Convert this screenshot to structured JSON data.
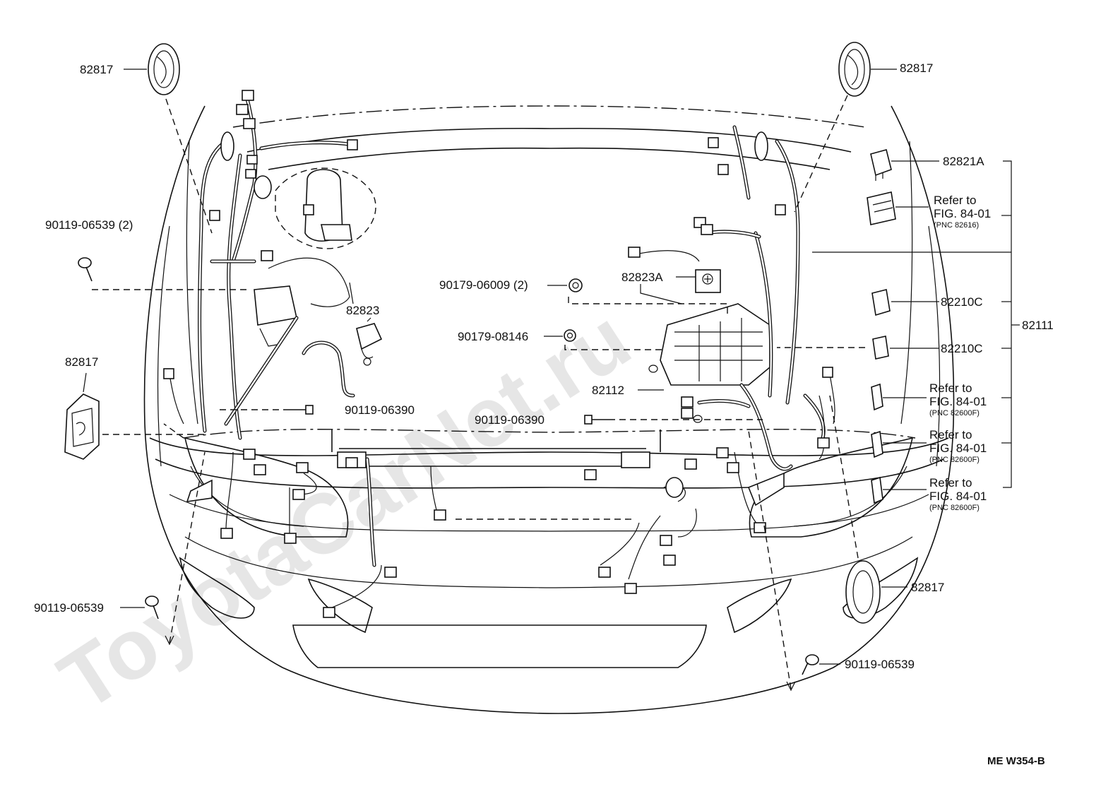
{
  "watermark": "ToyotaCarNet.ru",
  "figure_code": "ME W354-B",
  "labels": {
    "p82817_tl": "82817",
    "p82817_tr": "82817",
    "p82817_ml": "82817",
    "p82817_br": "82817",
    "p90119_06539_2": "90119-06539 (2)",
    "p82823": "82823",
    "p90179_06009_2": "90179-06009 (2)",
    "p82823A": "82823A",
    "p90179_08146": "90179-08146",
    "p82112": "82112",
    "p90119_06390_a": "90119-06390",
    "p90119_06390_b": "90119-06390",
    "p90119_06539_bl": "90119-06539",
    "p90119_06539_br": "90119-06539",
    "p82821A": "82821A",
    "p82210C_a": "82210C",
    "p82210C_b": "82210C",
    "p82111": "82111"
  },
  "refs": [
    {
      "line1": "Refer to",
      "line2": "FIG. 84-01",
      "pnc": "(PNC 82616)"
    },
    {
      "line1": "Refer to",
      "line2": "FIG. 84-01",
      "pnc": "(PNC 82600F)"
    },
    {
      "line1": "Refer to",
      "line2": "FIG. 84-01",
      "pnc": "(PNC 82600F)"
    },
    {
      "line1": "Refer to",
      "line2": "FIG. 84-01",
      "pnc": "(PNC 82600F)"
    }
  ]
}
